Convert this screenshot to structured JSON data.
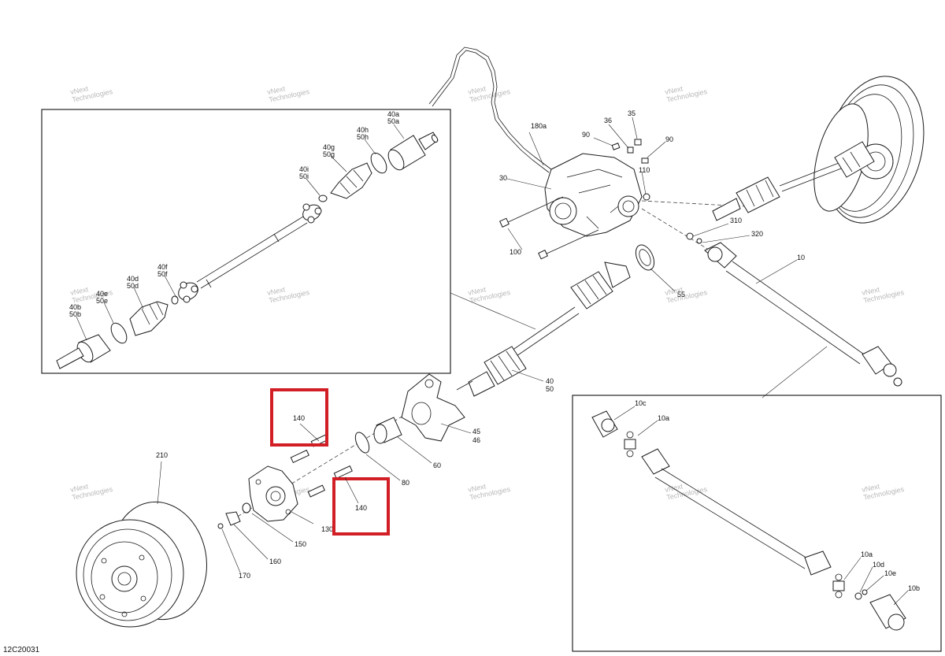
{
  "diagram": {
    "figure_ref": "12C20031",
    "watermark_line1": "vNext",
    "watermark_line2": "Technologies",
    "highlight_color": "#d21f26",
    "callouts": {
      "c40a50a": [
        "40a",
        "50a"
      ],
      "c40h50h": [
        "40h",
        "50h"
      ],
      "c40g50g": [
        "40g",
        "50g"
      ],
      "c40i50i": [
        "40i",
        "50i"
      ],
      "c40f50f": [
        "40f",
        "50f"
      ],
      "c40d50d": [
        "40d",
        "50d"
      ],
      "c40e50e": [
        "40e",
        "50e"
      ],
      "c40b50b": [
        "40b",
        "50b"
      ],
      "c180a": "180a",
      "c36": "36",
      "c35": "35",
      "c90a": "90",
      "c90b": "90",
      "c110": "110",
      "c30": "30",
      "c100": "100",
      "c310": "310",
      "c320": "320",
      "c55": "55",
      "c10": "10",
      "c40_50": [
        "40",
        "50"
      ],
      "c45_46": [
        "45",
        "46"
      ],
      "c60": "60",
      "c80": "80",
      "c140a": "140",
      "c140b": "140",
      "c130": "130",
      "c150": "150",
      "c160": "160",
      "c170": "170",
      "c210": "210",
      "c10c": "10c",
      "c10a_top": "10a",
      "c10a_bot": "10a",
      "c10d": "10d",
      "c10e": "10e",
      "c10b": "10b"
    }
  }
}
